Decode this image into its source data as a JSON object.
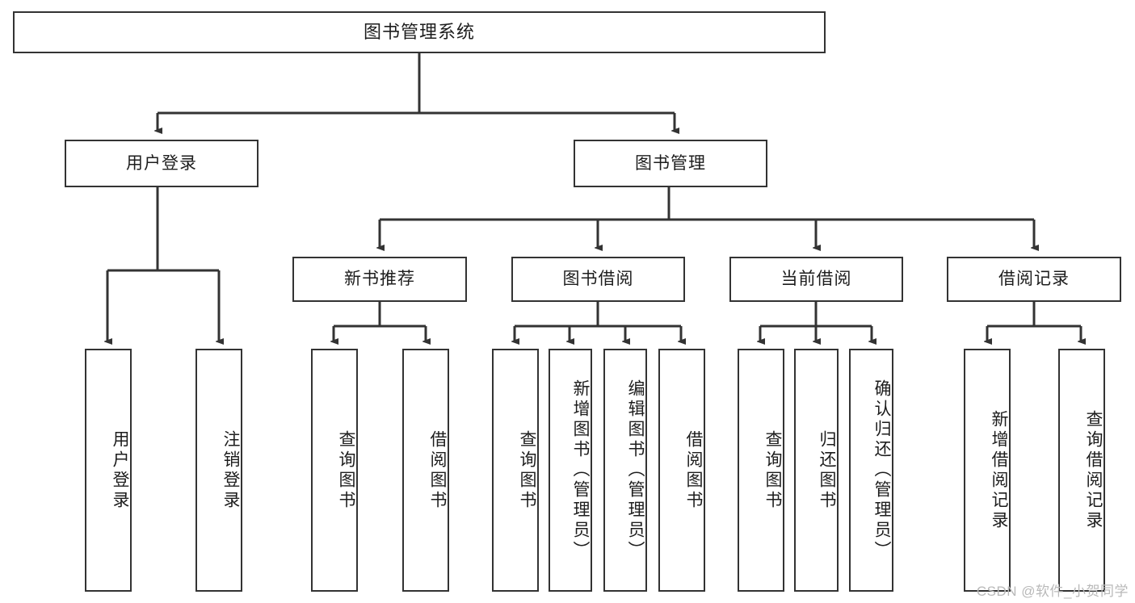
{
  "diagram": {
    "title": "图书管理系统",
    "type": "tree-hierarchy",
    "background_color": "#ffffff",
    "node_border_color": "#333333",
    "node_fill_color": "#ffffff",
    "edge_color": "#333333"
  },
  "root": {
    "label": "图书管理系统"
  },
  "level2": [
    {
      "label": "用户登录"
    },
    {
      "label": "图书管理"
    }
  ],
  "level3": [
    {
      "label": "新书推荐"
    },
    {
      "label": "图书借阅"
    },
    {
      "label": "当前借阅"
    },
    {
      "label": "借阅记录"
    }
  ],
  "leaves": {
    "user_login": [
      {
        "label": "用户登录"
      },
      {
        "label": "注销登录"
      }
    ],
    "new_book_recommend": [
      {
        "label": "查询图书"
      },
      {
        "label": "借阅图书"
      }
    ],
    "book_borrow": [
      {
        "label": "查询图书"
      },
      {
        "label": "新增图书（管理员）"
      },
      {
        "label": "编辑图书（管理员）"
      },
      {
        "label": "借阅图书"
      }
    ],
    "current_borrow": [
      {
        "label": "查询图书"
      },
      {
        "label": "归还图书"
      },
      {
        "label": "确认归还（管理员）"
      }
    ],
    "borrow_record": [
      {
        "label": "新增借阅记录"
      },
      {
        "label": "查询借阅记录"
      }
    ]
  },
  "watermark": {
    "text": "CSDN @软件_小贺同学"
  }
}
